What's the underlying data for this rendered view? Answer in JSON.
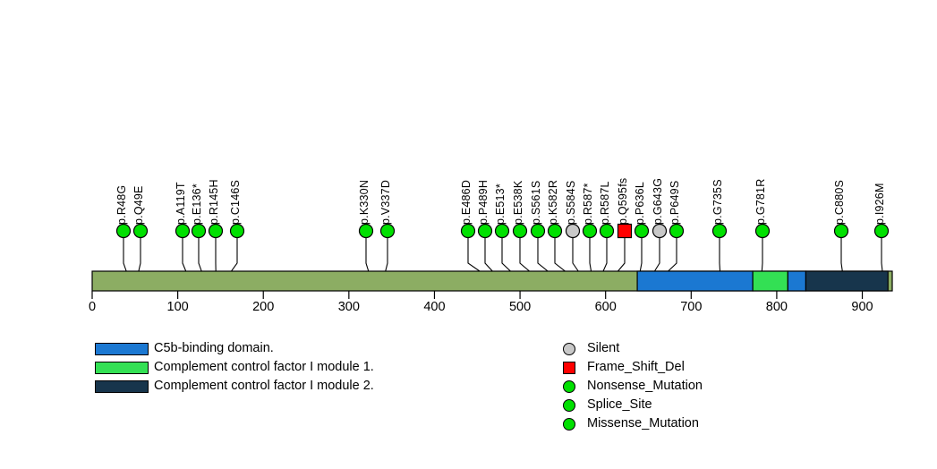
{
  "chart_data": {
    "type": "lollipop",
    "title": "",
    "xlabel": "",
    "ylabel": "",
    "xlim": [
      0,
      935
    ],
    "axis_ticks": [
      0,
      100,
      200,
      300,
      400,
      500,
      600,
      700,
      800,
      900
    ],
    "protein_length": 935,
    "backbone_color": "#8cad63",
    "domains": [
      {
        "name": "C5b-binding domain.",
        "start": 637,
        "end": 772,
        "color": "#1b78d2"
      },
      {
        "name": "Complement control factor I module 1.",
        "start": 772,
        "end": 813,
        "color": "#33e054"
      },
      {
        "name": "C5b-binding domain.",
        "start": 813,
        "end": 834,
        "color": "#1b78d2"
      },
      {
        "name": "Complement control factor I module 2.",
        "start": 834,
        "end": 930,
        "color": "#17354c"
      }
    ],
    "mutations": [
      {
        "label": "p.R48G",
        "position": 48,
        "type": "Missense_Mutation",
        "shape": "circle",
        "color": "#00e000"
      },
      {
        "label": "p.Q49E",
        "position": 49,
        "type": "Missense_Mutation",
        "shape": "circle",
        "color": "#00e000"
      },
      {
        "label": "p.A119T",
        "position": 119,
        "type": "Missense_Mutation",
        "shape": "circle",
        "color": "#00e000"
      },
      {
        "label": "p.E136*",
        "position": 136,
        "type": "Nonsense_Mutation",
        "shape": "circle",
        "color": "#00e000"
      },
      {
        "label": "p.R145H",
        "position": 145,
        "type": "Missense_Mutation",
        "shape": "circle",
        "color": "#00e000"
      },
      {
        "label": "p.C146S",
        "position": 146,
        "type": "Missense_Mutation",
        "shape": "circle",
        "color": "#00e000"
      },
      {
        "label": "p.K330N",
        "position": 330,
        "type": "Missense_Mutation",
        "shape": "circle",
        "color": "#00e000"
      },
      {
        "label": "p.V337D",
        "position": 337,
        "type": "Missense_Mutation",
        "shape": "circle",
        "color": "#00e000"
      },
      {
        "label": "p.E486D",
        "position": 486,
        "type": "Missense_Mutation",
        "shape": "circle",
        "color": "#00e000"
      },
      {
        "label": "p.P489H",
        "position": 489,
        "type": "Missense_Mutation",
        "shape": "circle",
        "color": "#00e000"
      },
      {
        "label": "p.E513*",
        "position": 513,
        "type": "Nonsense_Mutation",
        "shape": "circle",
        "color": "#00e000"
      },
      {
        "label": "p.E538K",
        "position": 538,
        "type": "Missense_Mutation",
        "shape": "circle",
        "color": "#00e000"
      },
      {
        "label": "p.S561S",
        "position": 561,
        "type": "Missense_Mutation",
        "shape": "circle",
        "color": "#00e000"
      },
      {
        "label": "p.K582R",
        "position": 582,
        "type": "Missense_Mutation",
        "shape": "circle",
        "color": "#00e000"
      },
      {
        "label": "p.S584S",
        "position": 584,
        "type": "Silent",
        "shape": "circle",
        "color": "#c8c8c8"
      },
      {
        "label": "p.R587*",
        "position": 587,
        "type": "Nonsense_Mutation",
        "shape": "circle",
        "color": "#00e000"
      },
      {
        "label": "p.R587L",
        "position": 587,
        "type": "Missense_Mutation",
        "shape": "circle",
        "color": "#00e000"
      },
      {
        "label": "p.Q595fs",
        "position": 595,
        "type": "Frame_Shift_Del",
        "shape": "square",
        "color": "#ff0000"
      },
      {
        "label": "p.P636L",
        "position": 636,
        "type": "Missense_Mutation",
        "shape": "circle",
        "color": "#00e000"
      },
      {
        "label": "p.G643G",
        "position": 643,
        "type": "Silent",
        "shape": "circle",
        "color": "#c8c8c8"
      },
      {
        "label": "p.P649S",
        "position": 649,
        "type": "Missense_Mutation",
        "shape": "circle",
        "color": "#00e000"
      },
      {
        "label": "p.G735S",
        "position": 735,
        "type": "Missense_Mutation",
        "shape": "circle",
        "color": "#00e000"
      },
      {
        "label": "p.G781R",
        "position": 781,
        "type": "Missense_Mutation",
        "shape": "circle",
        "color": "#00e000"
      },
      {
        "label": "p.C880S",
        "position": 880,
        "type": "Missense_Mutation",
        "shape": "circle",
        "color": "#00e000"
      },
      {
        "label": "p.I926M",
        "position": 926,
        "type": "Missense_Mutation",
        "shape": "circle",
        "color": "#00e000"
      }
    ],
    "label_slots": [
      138,
      157,
      204,
      222,
      241,
      265,
      409,
      433,
      523,
      542,
      561,
      581,
      601,
      620,
      640,
      659,
      678,
      698,
      717,
      737,
      756,
      804,
      852,
      940,
      985
    ],
    "legend_domains": [
      {
        "label": "C5b-binding domain.",
        "color": "#1b78d2"
      },
      {
        "label": "Complement control factor I module 1.",
        "color": "#33e054"
      },
      {
        "label": "Complement control factor I module 2.",
        "color": "#17354c"
      }
    ],
    "legend_mutations": [
      {
        "label": "Silent",
        "color": "#c8c8c8",
        "shape": "circle"
      },
      {
        "label": "Frame_Shift_Del",
        "color": "#ff0000",
        "shape": "square"
      },
      {
        "label": "Nonsense_Mutation",
        "color": "#00e000",
        "shape": "circle"
      },
      {
        "label": "Splice_Site",
        "color": "#00e000",
        "shape": "circle"
      },
      {
        "label": "Missense_Mutation",
        "color": "#00e000",
        "shape": "circle"
      }
    ]
  }
}
